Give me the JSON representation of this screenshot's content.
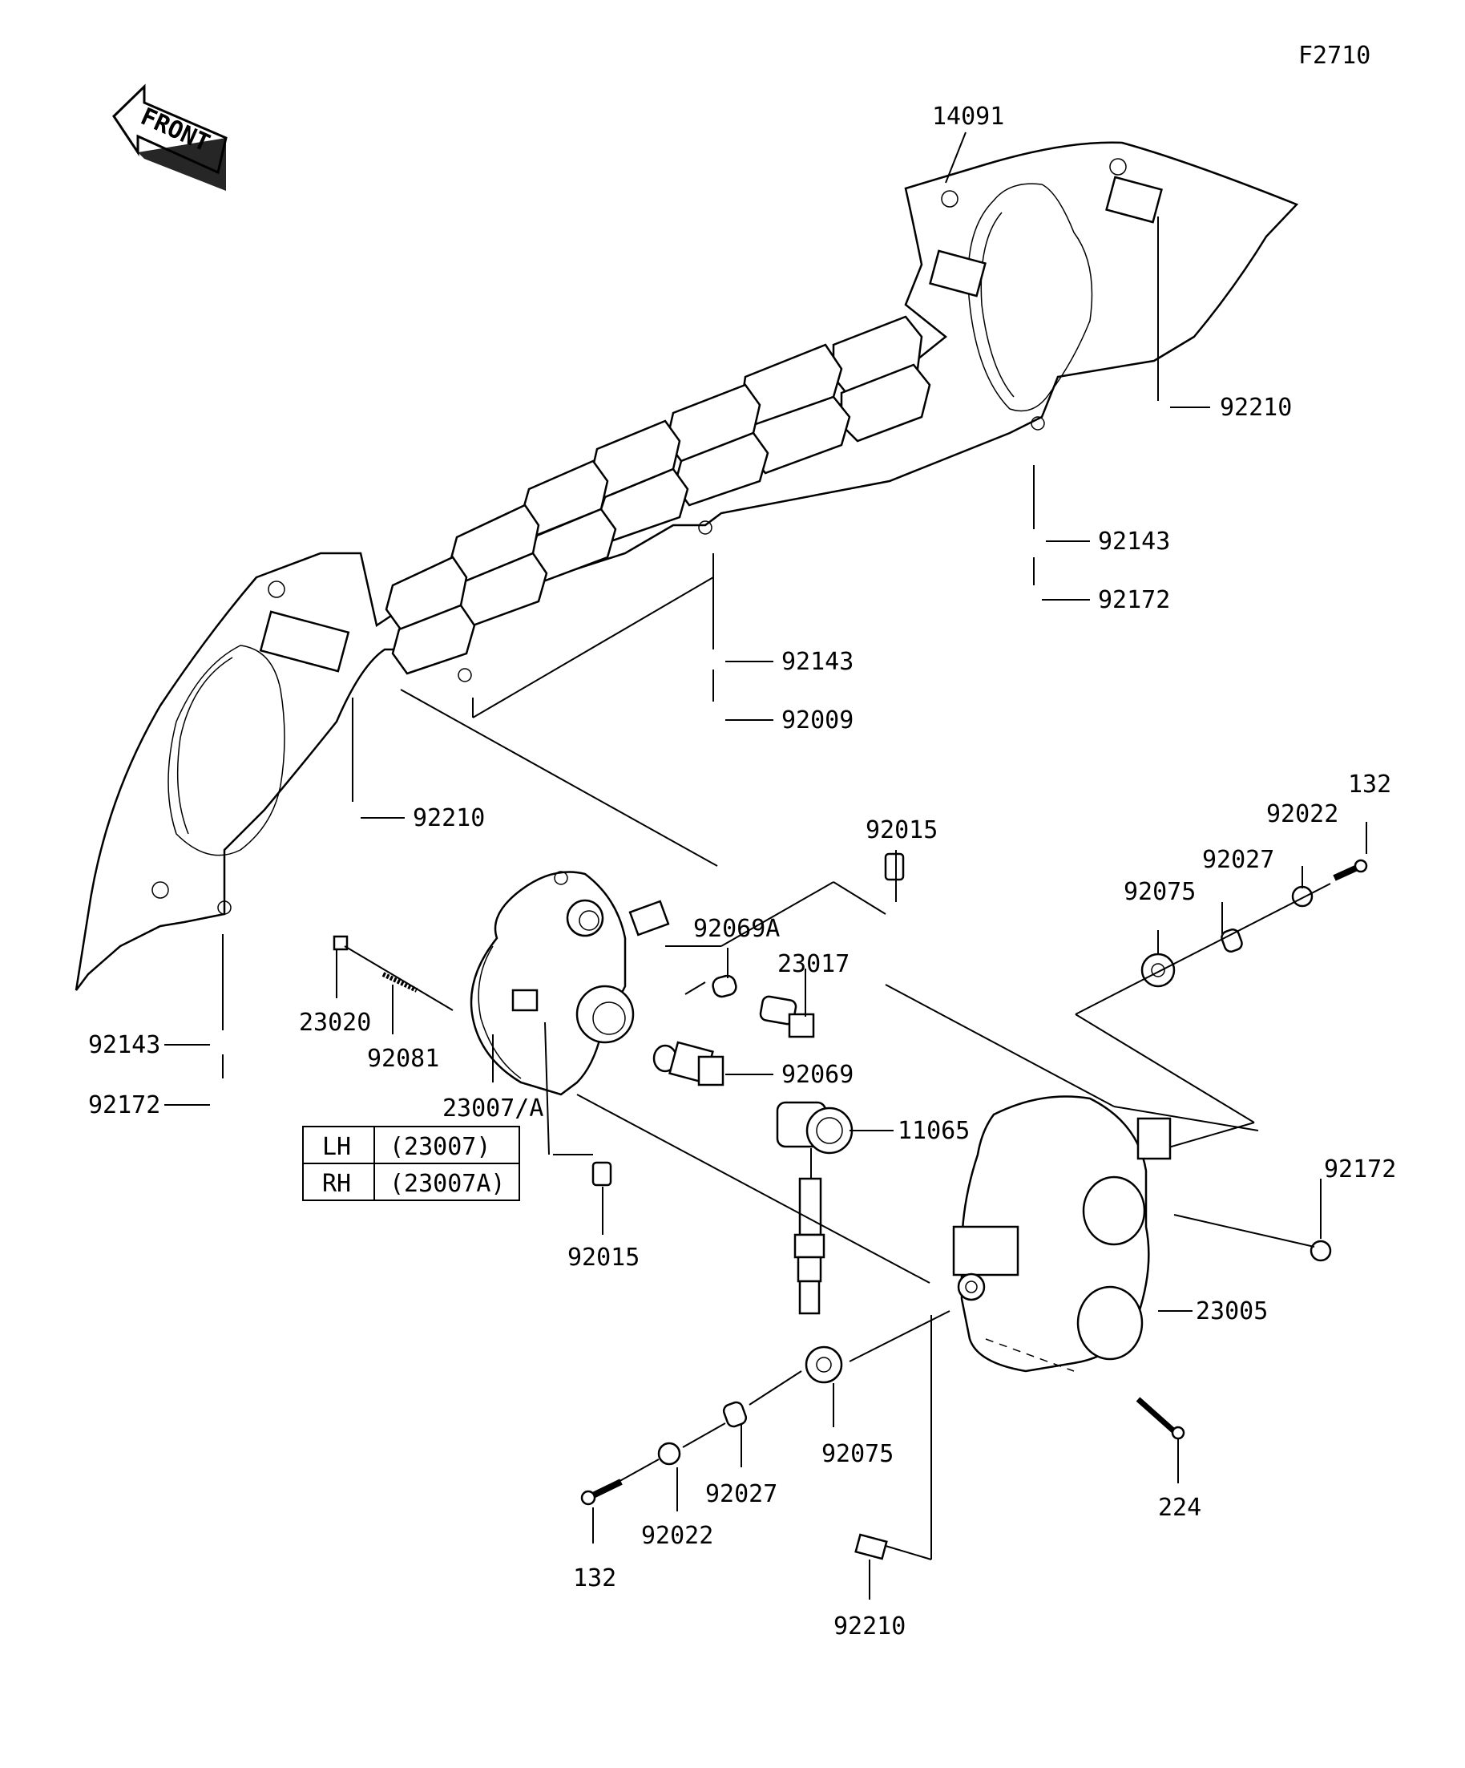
{
  "figure_id": "F2710",
  "front_arrow": "FRONT",
  "callouts": {
    "p14091": "14091",
    "p92210_a": "92210",
    "p92143_a": "92143",
    "p92172_a": "92172",
    "p92143_b": "92143",
    "p92009": "92009",
    "p92210_b": "92210",
    "p92015_a": "92015",
    "p92069a": "92069A",
    "p23017": "23017",
    "p132_a": "132",
    "p92022_a": "92022",
    "p92027_a": "92027",
    "p92075_a": "92075",
    "p23020": "23020",
    "p92081": "92081",
    "p23007a": "23007/A",
    "p92069": "92069",
    "p11065": "11065",
    "p92143_c": "92143",
    "p92172_c": "92172",
    "p92015_b": "92015",
    "p92172_b": "92172",
    "p23005": "23005",
    "p92075_b": "92075",
    "p92027_b": "92027",
    "p92022_b": "92022",
    "p132_b": "132",
    "p224": "224",
    "p92210_c": "92210"
  },
  "side_table": {
    "rows": [
      {
        "side": "LH",
        "part": "(23007)"
      },
      {
        "side": "RH",
        "part": "(23007A)"
      }
    ]
  }
}
